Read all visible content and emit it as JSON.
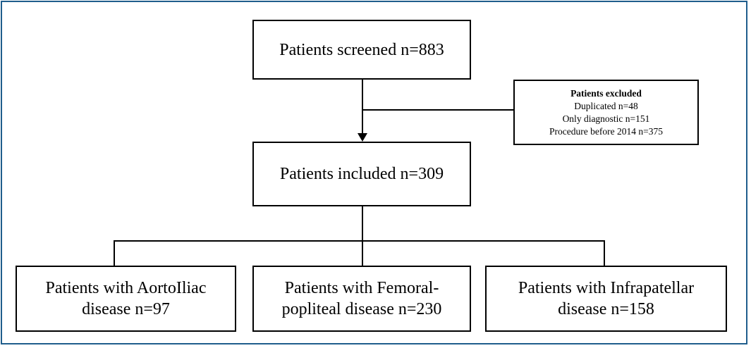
{
  "screened": {
    "label": "Patients screened n=883"
  },
  "excluded": {
    "title": "Patients excluded",
    "items": [
      "Duplicated n=48",
      "Only diagnostic n=151",
      "Procedure before 2014 n=375"
    ]
  },
  "included": {
    "label": "Patients included n=309"
  },
  "groups": [
    {
      "line1": "Patients with AortoIliac",
      "line2": "disease n=97"
    },
    {
      "line1": "Patients with Femoral-",
      "line2": "popliteal disease n=230"
    },
    {
      "line1": "Patients with Infrapatellar",
      "line2": "disease n=158"
    }
  ]
}
